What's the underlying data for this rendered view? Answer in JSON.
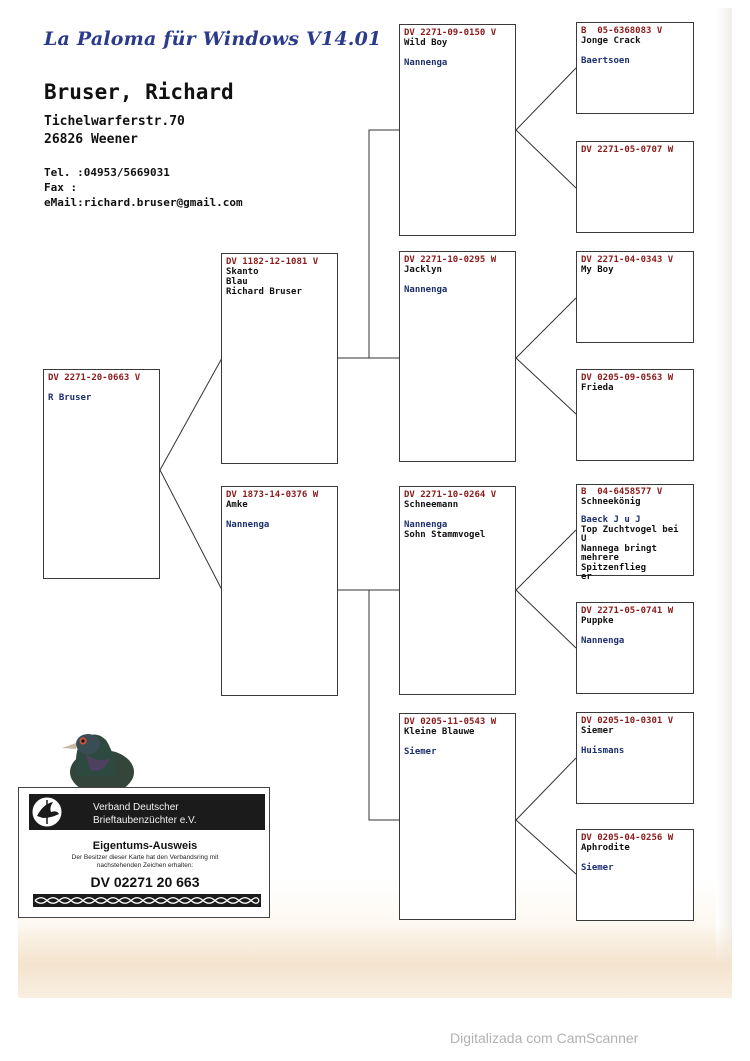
{
  "header": {
    "software": "La Paloma für Windows V14.01",
    "owner_name": "Bruser, Richard",
    "street": "Tichelwarferstr.70",
    "city": "26826 Weener",
    "tel": "Tel. :04953/5669031",
    "fax": "Fax  :",
    "email": "eMail:richard.bruser@gmail.com"
  },
  "pedigree": {
    "subject": {
      "ring": "DV 2271-20-0663 V",
      "name": "",
      "owner": "R Bruser"
    },
    "parents": [
      {
        "ring": "DV 1182-12-1081 V",
        "name": "Skanto\nBlau\nRichard Bruser",
        "owner": ""
      },
      {
        "ring": "DV 1873-14-0376 W",
        "name": "Amke",
        "owner": "Nannenga"
      }
    ],
    "grandparents": [
      {
        "ring": "DV 2271-09-0150 V",
        "name": "Wild Boy",
        "owner": "Nannenga"
      },
      {
        "ring": "DV 2271-10-0295 W",
        "name": "Jacklyn",
        "owner": "Nannenga"
      },
      {
        "ring": "DV 2271-10-0264 V",
        "name": "Schneemann",
        "owner": "Nannenga",
        "extra": "Sohn Stammvogel"
      },
      {
        "ring": "DV 0205-11-0543 W",
        "name": "Kleine Blauwe",
        "owner": "Siemer"
      }
    ],
    "great_grandparents": [
      {
        "ring": "B  05-6368083 V",
        "name": "Jonge Crack",
        "owner": "Baertsoen"
      },
      {
        "ring": "DV 2271-05-0707 W",
        "name": "",
        "owner": ""
      },
      {
        "ring": "DV 2271-04-0343 V",
        "name": "My Boy",
        "owner": ""
      },
      {
        "ring": "DV 0205-09-0563 W",
        "name": "Frieda",
        "owner": ""
      },
      {
        "ring": "B  04-6458577 V",
        "name": "Schneekönig",
        "owner": "Baeck J u J",
        "extra": "Top Zuchtvogel bei U\nNannega bringt\nmehrere Spitzenflieg\ner"
      },
      {
        "ring": "DV 2271-05-0741 W",
        "name": "Puppke",
        "owner": "Nannenga"
      },
      {
        "ring": "DV 0205-10-0301 V",
        "name": "Siemer",
        "owner": "Huismans"
      },
      {
        "ring": "DV 0205-04-0256 W",
        "name": "Aphrodite",
        "owner": "Siemer"
      }
    ]
  },
  "card": {
    "org_line1": "Verband Deutscher",
    "org_line2": "Brieftaubenzüchter e.V.",
    "title": "Eigentums-Ausweis",
    "note": "Der Besitzer dieser Karte hat den Verbandsring mit nachstehenden Zeichen erhalten:",
    "ring": "DV 02271 20 663"
  },
  "footer": {
    "scanner_text": "Digitalizada com CamScanner"
  },
  "colors": {
    "ring": "#8b1a1a",
    "owner": "#1c2f6e",
    "brand": "#2c3a8c"
  }
}
